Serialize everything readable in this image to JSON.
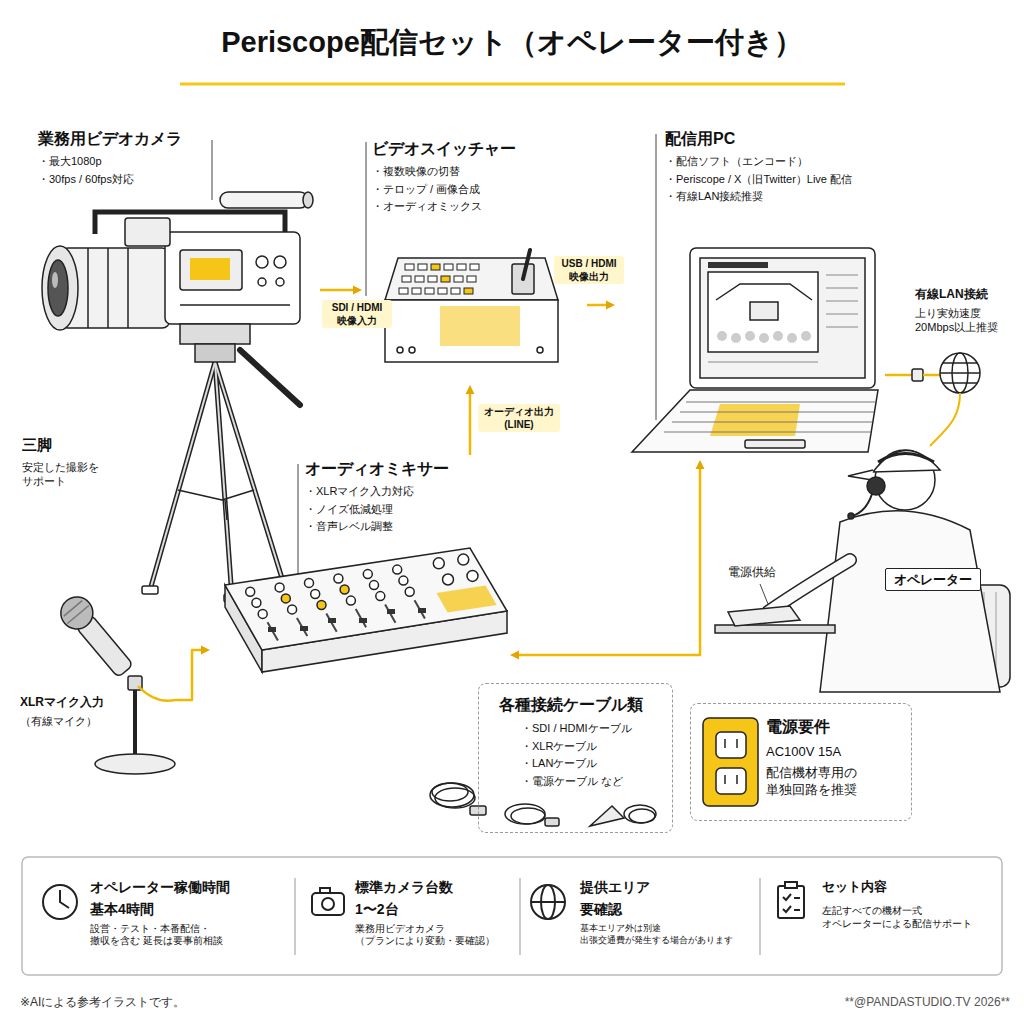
{
  "diagram": {
    "title": "Periscope配信セット（オペレーター付き）",
    "nodes": [
      {
        "text": [
          "業務用ビデオカメラ",
          "・最大1080p",
          "・30fps / 60fps対応"
        ]
      },
      {
        "text": [
          "ビデオスイッチャー",
          "・複数映像の切替",
          "・テロップ / 画像合成",
          "・オーディオミックス"
        ]
      },
      {
        "text": [
          "配信用PC",
          "・配信ソフト（エンコード）",
          "・Periscope / X（旧Twitter）Live 配信",
          "・有線LAN接続推奨"
        ]
      },
      {
        "text": [
          "有線LAN接続",
          "上り実効速度 20Mbps以上推奨"
        ]
      },
      {
        "text": [
          "三脚",
          "安定した撮影を サポート"
        ]
      },
      {
        "text": [
          "オーディオミキサー",
          "・XLRマイク入力対応",
          "・ノイズ低減処理",
          "・音声レベル調整"
        ]
      },
      {
        "text": [
          "XLRマイク入力",
          "（有線マイク）"
        ]
      },
      {
        "text": [
          "オペレーター"
        ]
      },
      {
        "text": [
          "各種接続ケーブル類",
          "・SDI / HDMIケーブル",
          "・XLRケーブル",
          "・LANケーブル",
          "・電源ケーブル など"
        ]
      },
      {
        "text": [
          "電源要件",
          "AC100V 15A",
          "配信機材専用の 単独回路を推奨"
        ]
      },
      {
        "text": [
          "オペレーター稼働時間",
          "基本4時間",
          "設営・テスト・本番配信・撤収を含む 延長は要事前相談"
        ]
      },
      {
        "text": [
          "標準カメラ台数",
          "1〜2台",
          "業務用ビデオカメラ （プランにより変動・要確認）"
        ]
      },
      {
        "text": [
          "提供エリア",
          "要確認",
          "基本エリア外は別途 出張交通費が発生する場合があります"
        ]
      },
      {
        "text": [
          "セット内容",
          "左記すべての機材一式 オペレーターによる配信サポート"
        ]
      }
    ],
    "edges": [
      {
        "from": 0,
        "to": 1,
        "label": "SDI / HDMI 映像入力",
        "arrow": "to"
      },
      {
        "from": 1,
        "to": 2,
        "label": "USB / HDMI 映像出力",
        "arrow": "to"
      },
      {
        "from": 5,
        "to": 1,
        "label": "オーディオ出力 (LINE)",
        "arrow": "to"
      },
      {
        "from": 6,
        "to": 5,
        "arrow": "to"
      },
      {
        "from": 2,
        "to": 3,
        "arrow": "none"
      },
      {
        "from": 5,
        "to": 2,
        "arrow": "both"
      }
    ],
    "labels": [
      "電源供給",
      "※AIによる参考イラストです。",
      "**@PANDASTUDIO.TV 2026**"
    ]
  }
}
